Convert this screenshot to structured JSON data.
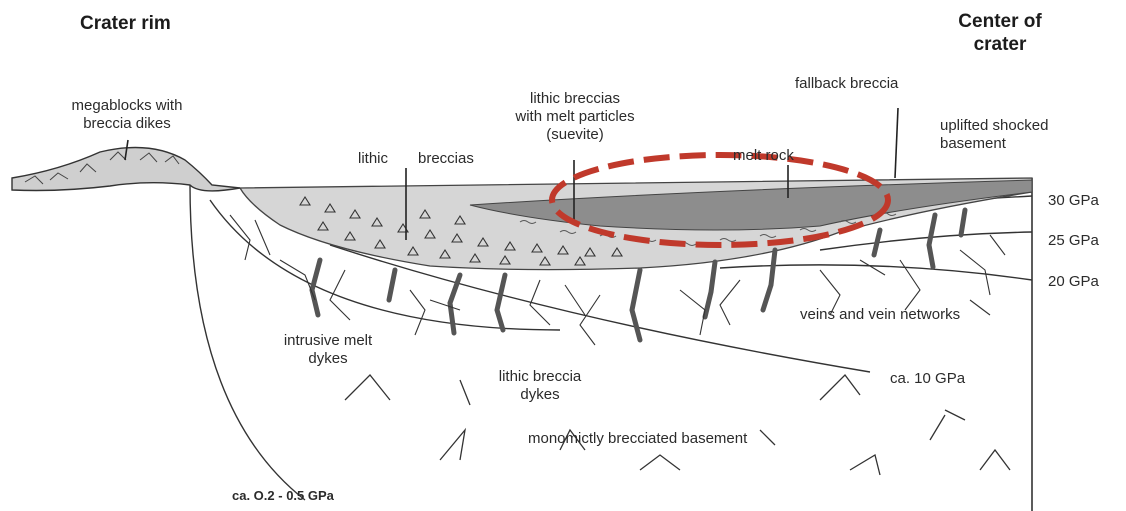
{
  "headers": {
    "left": "Crater rim",
    "right_line1": "Center of",
    "right_line2": "crater"
  },
  "labels": {
    "megablocks_line1": "megablocks with",
    "megablocks_line2": "breccia dikes",
    "lithic_breccias_a": "lithic",
    "lithic_breccias_b": "breccias",
    "suevite_line1": "lithic breccias",
    "suevite_line2": "with melt particles",
    "suevite_line3": "(suevite)",
    "fallback": "fallback breccia",
    "melt_rock": "melt rock",
    "uplifted_line1": "uplifted shocked",
    "uplifted_line2": "basement",
    "intrusive_line1": "intrusive melt",
    "intrusive_line2": "dykes",
    "lithic_dykes_line1": "lithic breccia",
    "lithic_dykes_line2": "dykes",
    "veins": "veins and vein networks",
    "monomictly": "monomictly brecciated basement"
  },
  "pressures": {
    "p30": "30 GPa",
    "p25": "25 GPa",
    "p20": "20 GPa",
    "p10": "ca. 10 GPa",
    "p_low": "ca. O.2 - 0.5 GPa"
  },
  "colors": {
    "highlight_ellipse": "#c0392b",
    "melt_rock": "#8a8a8a",
    "breccia_fill": "#d4d4d4",
    "line": "#333333"
  }
}
